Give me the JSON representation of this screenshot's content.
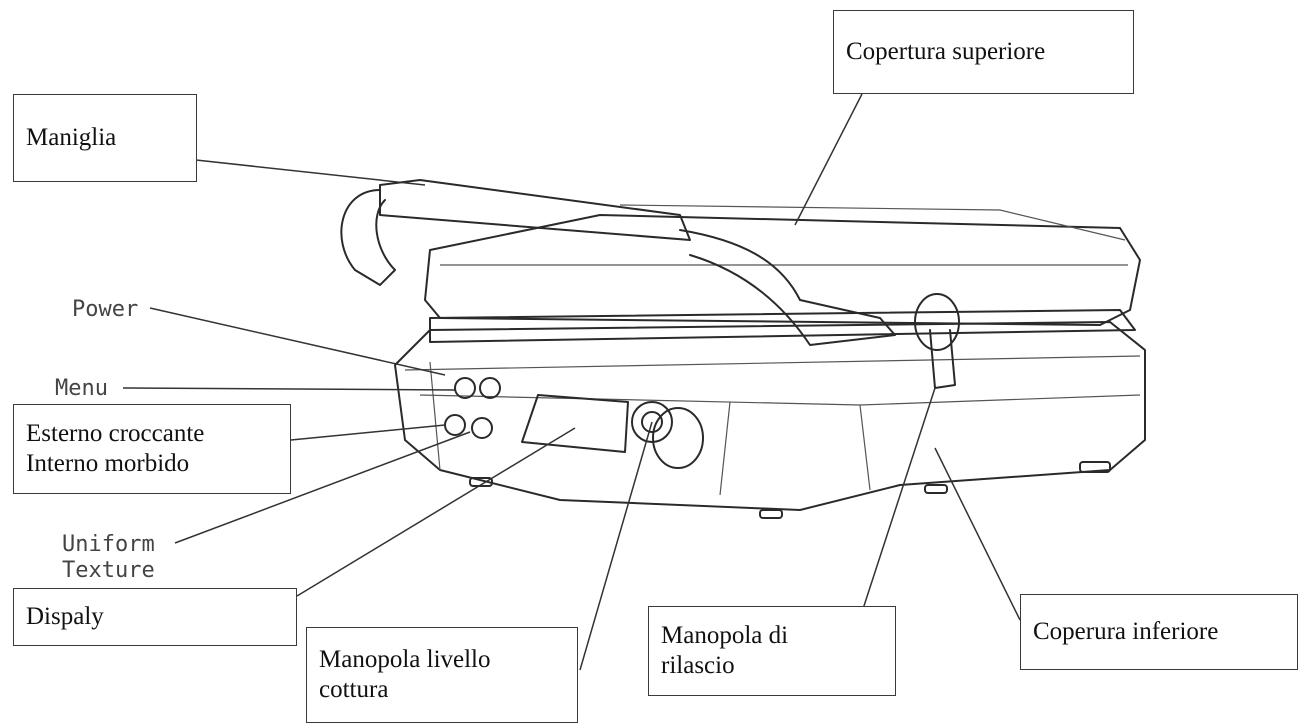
{
  "labels": {
    "copertura_superiore": "Copertura superiore",
    "maniglia": "Maniglia",
    "power": "Power",
    "menu": "Menu",
    "esterno_1": "Esterno croccante",
    "esterno_2": "Interno morbido",
    "uniform_1": "Uniform",
    "uniform_2": "Texture",
    "dispaly": "Dispaly",
    "manopola_livello_1": "Manopola livello",
    "manopola_livello_2": "cottura",
    "manopola_rilascio_1": "Manopola di",
    "manopola_rilascio_2": "rilascio",
    "coperura_inferiore": "Coperura inferiore"
  }
}
